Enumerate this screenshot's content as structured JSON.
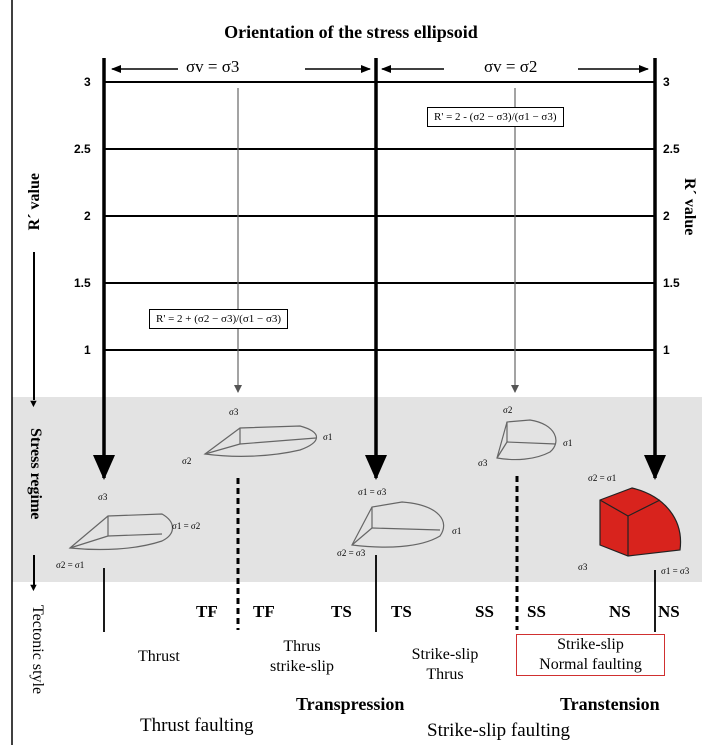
{
  "title": "Orientation of the stress ellipsoid",
  "top_left_condition": "σv = σ3",
  "top_right_condition": "σv = σ2",
  "formula_upper": "R' = 2 - (σ2 − σ3)/(σ1 − σ3)",
  "formula_lower": "R' = 2 + (σ2 − σ3)/(σ1 − σ3)",
  "y_ticks_left": [
    "3",
    "2.5",
    "2",
    "1.5",
    "1"
  ],
  "y_ticks_right": [
    "3",
    "2.5",
    "2",
    "1.5",
    "1"
  ],
  "left_axis_label": "R´ value",
  "right_axis_label": "R´ value",
  "stress_regime_label": "Stress regime",
  "tectonic_style_label": "Tectonic style",
  "regime_codes": [
    "TF",
    "TF",
    "TS",
    "TS",
    "SS",
    "SS",
    "NS",
    "NS"
  ],
  "descriptions": {
    "thrust": "Thrust",
    "thrust_ss_1": "Thrus",
    "thrust_ss_2": "strike-slip",
    "ss_thrust_1": "Strike-slip",
    "ss_thrust_2": "Thrus",
    "ss_normal_1": "Strike-slip",
    "ss_normal_2": "Normal faulting"
  },
  "groups": {
    "transpression": "Transpression",
    "transtension": "Transtension",
    "thrust_faulting": "Thrust faulting",
    "strike_slip_faulting": "Strike-slip faulting"
  },
  "ellipsoid_labels": {
    "e1": [
      "σ3",
      "σ1 = σ2",
      "σ2 = σ1"
    ],
    "e2": [
      "σ3",
      "σ1",
      "σ2"
    ],
    "e3": [
      "σ1 = σ3",
      "σ1",
      "σ2 = σ3"
    ],
    "e4": [
      "σ2",
      "σ1",
      "σ3"
    ],
    "e5": [
      "σ2 = σ1",
      "σ3",
      "σ1 = σ3"
    ]
  },
  "colors": {
    "band": "#e3e3e3",
    "ellipsoid_fill": "#d8231d",
    "box_border": "#d03030"
  }
}
